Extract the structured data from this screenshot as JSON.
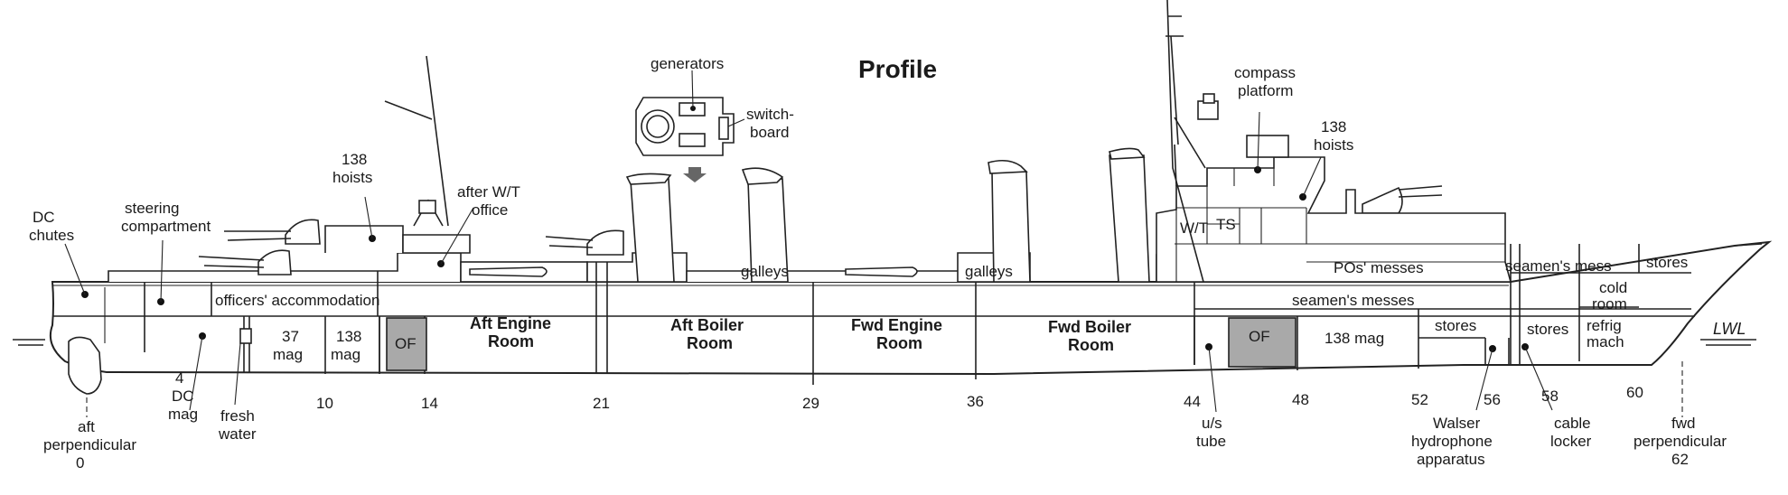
{
  "title": "Profile",
  "labels": {
    "generators": "generators",
    "switchboard": [
      "switch-",
      "board"
    ],
    "compass_platform": [
      "compass",
      "platform"
    ],
    "hoists_fwd": [
      "138",
      "hoists"
    ],
    "hoists_aft": [
      "138",
      "hoists"
    ],
    "after_wt_office": [
      "after W/T",
      "office"
    ],
    "steering": [
      "steering",
      "compartment"
    ],
    "dc_chutes": [
      "DC",
      "chutes"
    ],
    "officers": "officers' accommodation",
    "mag37": [
      "37",
      "mag"
    ],
    "mag138_aft": [
      "138",
      "mag"
    ],
    "of_aft": "OF",
    "of_fwd": "OF",
    "aft_engine": [
      "Aft Engine",
      "Room"
    ],
    "aft_boiler": [
      "Aft Boiler",
      "Room"
    ],
    "fwd_engine": [
      "Fwd Engine",
      "Room"
    ],
    "fwd_boiler": [
      "Fwd Boiler",
      "Room"
    ],
    "galleys_1": "galleys",
    "galleys_2": "galleys",
    "wt": "W/T",
    "ts": "TS",
    "pos_messes": "POs' messes",
    "seamens_mess": "seamen's mess",
    "seamens_messes": "seamen's messes",
    "stores_top": "stores",
    "cold_room": [
      "cold",
      "room"
    ],
    "mag138_fwd": "138 mag",
    "stores_mid": "stores",
    "stores_fwd": "stores",
    "refrig_mach": [
      "refrig",
      "mach"
    ],
    "lwl": "LWL",
    "aft_perp": [
      "aft",
      "perpendicular",
      "0"
    ],
    "dc_mag": [
      "4",
      "DC",
      "mag"
    ],
    "fresh_water": [
      "fresh",
      "water"
    ],
    "us_tube": [
      "u/s",
      "tube"
    ],
    "walser": [
      "Walser",
      "hydrophone",
      "apparatus"
    ],
    "cable_locker": [
      "cable",
      "locker"
    ],
    "fwd_perp": [
      "fwd",
      "perpendicular",
      "62"
    ]
  },
  "frames": [
    "10",
    "14",
    "21",
    "29",
    "36",
    "44",
    "48",
    "52",
    "56",
    "58",
    "60"
  ]
}
